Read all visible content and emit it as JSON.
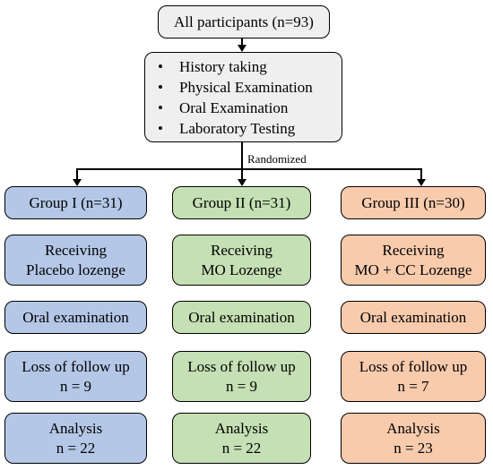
{
  "top": {
    "label": "All participants (n=93)"
  },
  "screening": {
    "items": [
      "History taking",
      "Physical Examination",
      "Oral Examination",
      "Laboratory Testing"
    ]
  },
  "randomized_label": "Randomized",
  "colors": {
    "group1": "#b4c7e7",
    "group2": "#c5e0b4",
    "group3": "#f8cbad",
    "neutral": "#efefef"
  },
  "groups": [
    {
      "header": "Group I (n=31)",
      "intervention": [
        "Receiving",
        "Placebo lozenge"
      ],
      "exam": "Oral examination",
      "loss": [
        "Loss of follow up",
        "n = 9"
      ],
      "analysis": [
        "Analysis",
        "n = 22"
      ]
    },
    {
      "header": "Group II (n=31)",
      "intervention": [
        "Receiving",
        "MO Lozenge"
      ],
      "exam": "Oral examination",
      "loss": [
        "Loss of follow up",
        "n = 9"
      ],
      "analysis": [
        "Analysis",
        "n = 22"
      ]
    },
    {
      "header": "Group III (n=30)",
      "intervention": [
        "Receiving",
        "MO + CC Lozenge"
      ],
      "exam": "Oral examination",
      "loss": [
        "Loss of follow up",
        "n = 7"
      ],
      "analysis": [
        "Analysis",
        "n = 23"
      ]
    }
  ]
}
